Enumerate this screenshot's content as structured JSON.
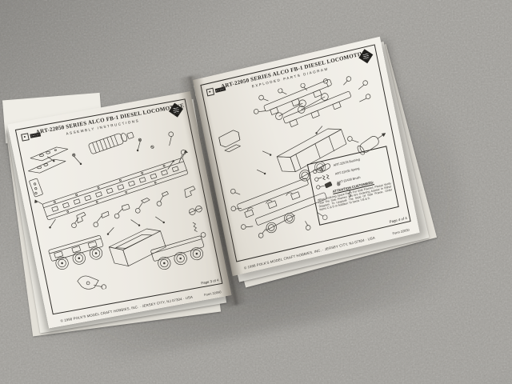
{
  "colors": {
    "carpet": "#a3a19c",
    "paper": "#edeae3",
    "ink": "#35332f",
    "diamond_logo": "#201f1c"
  },
  "icons": {
    "diamond_logo": "brand-diamond-mark",
    "publisher_logo": "publisher-mark"
  },
  "left_page": {
    "title": "ART-22050 SERIES ALCO FB-1 DIESEL LOCOMOTIVE",
    "subtitle": "ASSEMBLY INSTRUCTIONS",
    "page_label": "Page 3 of 4",
    "form_label": "Form 22050",
    "copyright": "© 1998 POLK'S MODEL CRAFT HOBBIES, INC. · JERSEY CITY, NJ 07304 · USA"
  },
  "right_page": {
    "title": "ART-22050 SERIES ALCO FB-1 DIESEL LOCOMOTIVE",
    "subtitle": "EXPLODED PARTS DIAGRAM",
    "page_label": "Page 4 of 4",
    "form_label": "Form 22050",
    "copyright": "© 1998 POLK'S MODEL CRAFT HOBBIES, INC. · JERSEY CITY, NJ 07304 · USA",
    "inset": {
      "parts": [
        {
          "label": "ART-22578 Bushing"
        },
        {
          "label": "ART-22435 Spring"
        },
        {
          "label": "ART-22436 Brush"
        }
      ],
      "attention_heading": "ATTENTION CUSTOMERS:",
      "attention_text": "When Ordering Spare Parts For Side Frames, Please Verify That The Side Frames You Are Ordering Appear In Either Diagram. To Upgrade The Style Of Side Frame, Order Items C & D In Addition To Items 7-B & 9."
    }
  }
}
